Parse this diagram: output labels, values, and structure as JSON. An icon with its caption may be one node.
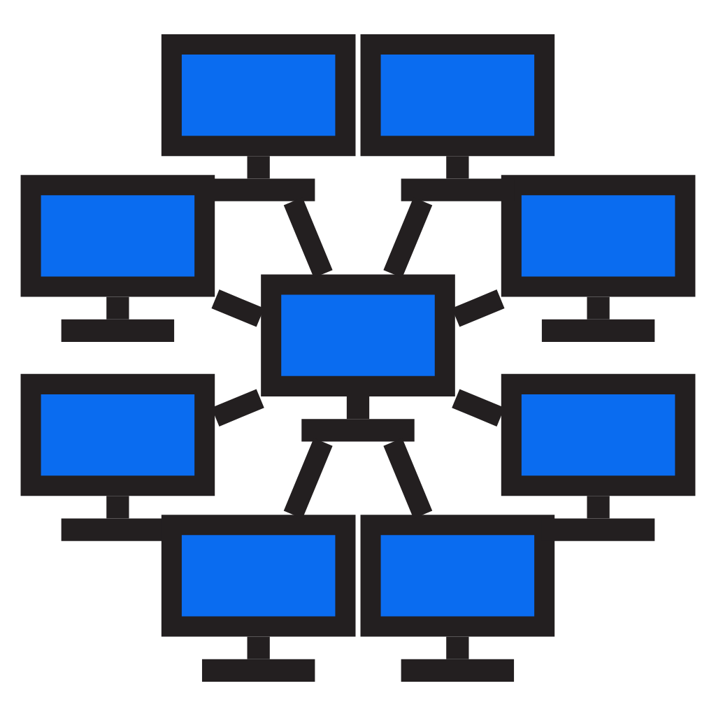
{
  "diagram": {
    "nodes": [
      {
        "text": [],
        "shape": "monitor"
      },
      {
        "text": [],
        "shape": "monitor"
      },
      {
        "text": [],
        "shape": "monitor"
      },
      {
        "text": [],
        "shape": "monitor"
      },
      {
        "text": [],
        "shape": "monitor"
      },
      {
        "text": [],
        "shape": "monitor"
      },
      {
        "text": [],
        "shape": "monitor"
      },
      {
        "text": [],
        "shape": "monitor"
      },
      {
        "text": [],
        "shape": "monitor"
      }
    ],
    "edges": [
      {
        "from": 4,
        "to": 0,
        "arrow": "none"
      },
      {
        "from": 4,
        "to": 1,
        "arrow": "none"
      },
      {
        "from": 4,
        "to": 2,
        "arrow": "none"
      },
      {
        "from": 4,
        "to": 3,
        "arrow": "none"
      },
      {
        "from": 4,
        "to": 5,
        "arrow": "none"
      },
      {
        "from": 4,
        "to": 6,
        "arrow": "none"
      },
      {
        "from": 4,
        "to": 7,
        "arrow": "none"
      },
      {
        "from": 4,
        "to": 8,
        "arrow": "none"
      }
    ]
  }
}
